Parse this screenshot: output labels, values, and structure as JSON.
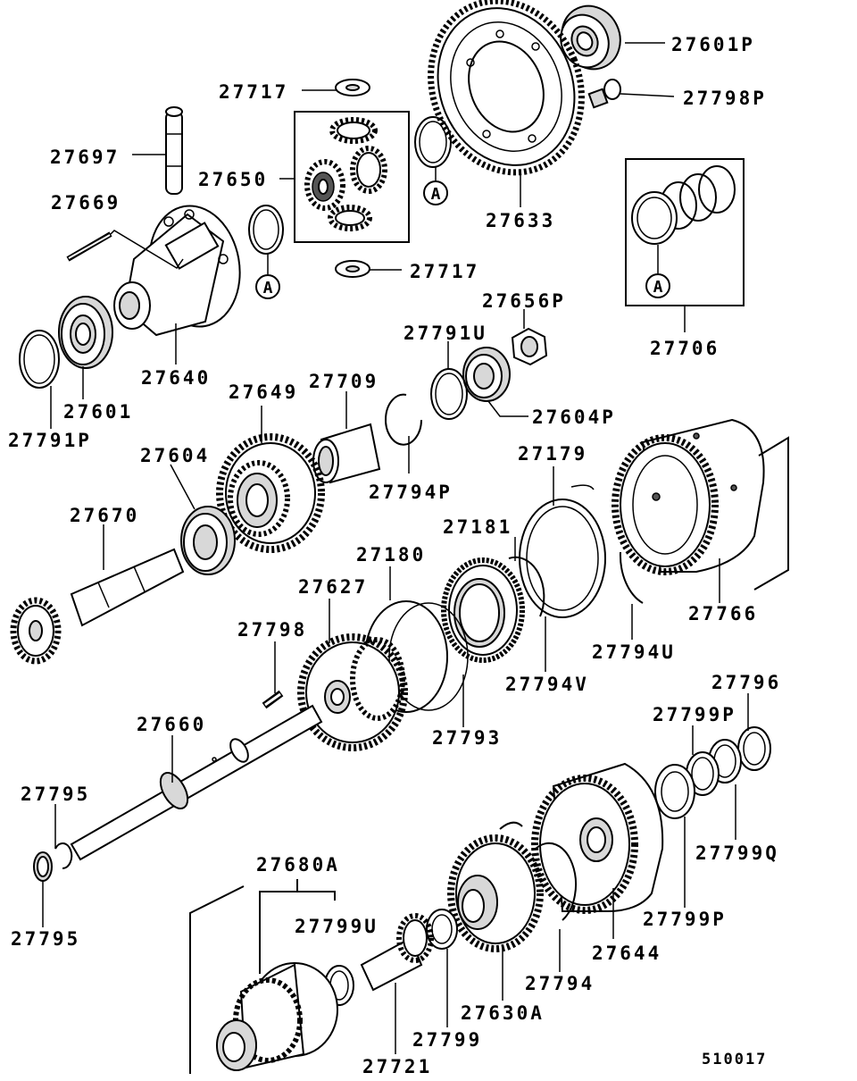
{
  "figure_id": "510017",
  "ref_marker": "A",
  "labels": {
    "p27601P": "27601P",
    "p27798P": "27798P",
    "p27717a": "27717",
    "p27717b": "27717",
    "p27697": "27697",
    "p27650": "27650",
    "p27633": "27633",
    "p27669": "27669",
    "p27706": "27706",
    "p27640": "27640",
    "p27601": "27601",
    "p27791P": "27791P",
    "p27656P": "27656P",
    "p27791U": "27791U",
    "p27604P": "27604P",
    "p27649": "27649",
    "p27709": "27709",
    "p27794P": "27794P",
    "p27604": "27604",
    "p27179": "27179",
    "p27670": "27670",
    "p27181": "27181",
    "p27180": "27180",
    "p27766": "27766",
    "p27627": "27627",
    "p27794U": "27794U",
    "p27798": "27798",
    "p27794V": "27794V",
    "p27796": "27796",
    "p27793": "27793",
    "p27799P_a": "27799P",
    "p27660": "27660",
    "p27795a": "27795",
    "p27799Q": "27799Q",
    "p27680A": "27680A",
    "p27799U": "27799U",
    "p27799P_b": "27799P",
    "p27644": "27644",
    "p27795b": "27795",
    "p27794": "27794",
    "p27630A": "27630A",
    "p27799": "27799",
    "p27721": "27721"
  }
}
